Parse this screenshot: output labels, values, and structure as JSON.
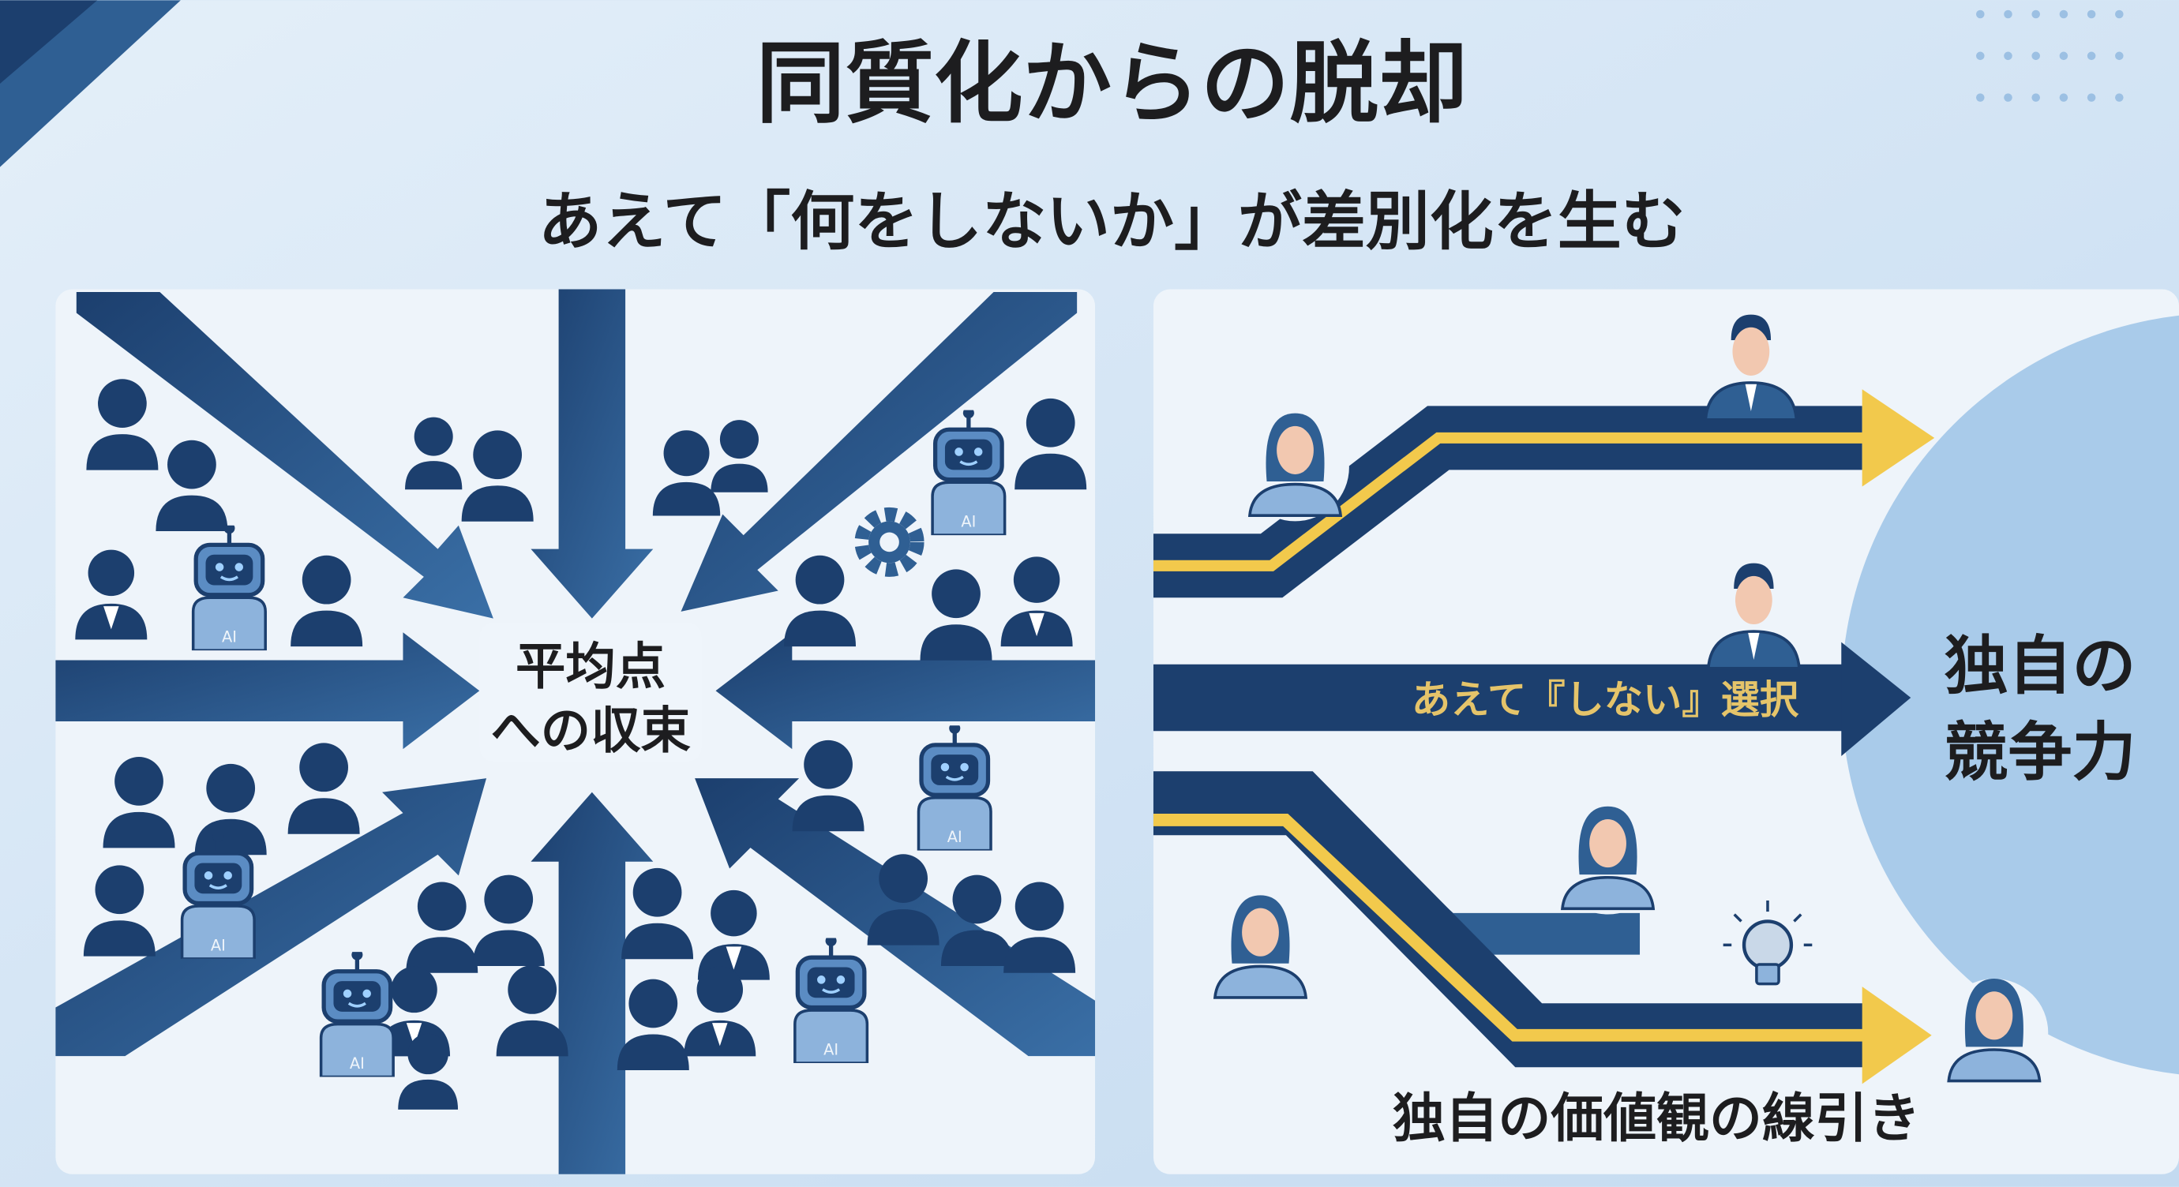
{
  "header": {
    "title": "同質化からの脱却",
    "subtitle": "あえて「何をしないか」が差別化を生む"
  },
  "left_panel": {
    "center_label_line1": "平均点",
    "center_label_line2": "への収束",
    "robot_label": "AI"
  },
  "right_panel": {
    "middle_path_label": "あえて『しない』選択",
    "goal_line1": "独自の",
    "goal_line2": "競争力",
    "bottom_caption": "独自の価値観の線引き"
  },
  "colors": {
    "navy": "#1c3f6e",
    "mid_blue": "#2f5f93",
    "yellow": "#f2c94c",
    "panel": "#eef4fa",
    "circle": "#a9cbea",
    "background": "#d6e6f5"
  }
}
